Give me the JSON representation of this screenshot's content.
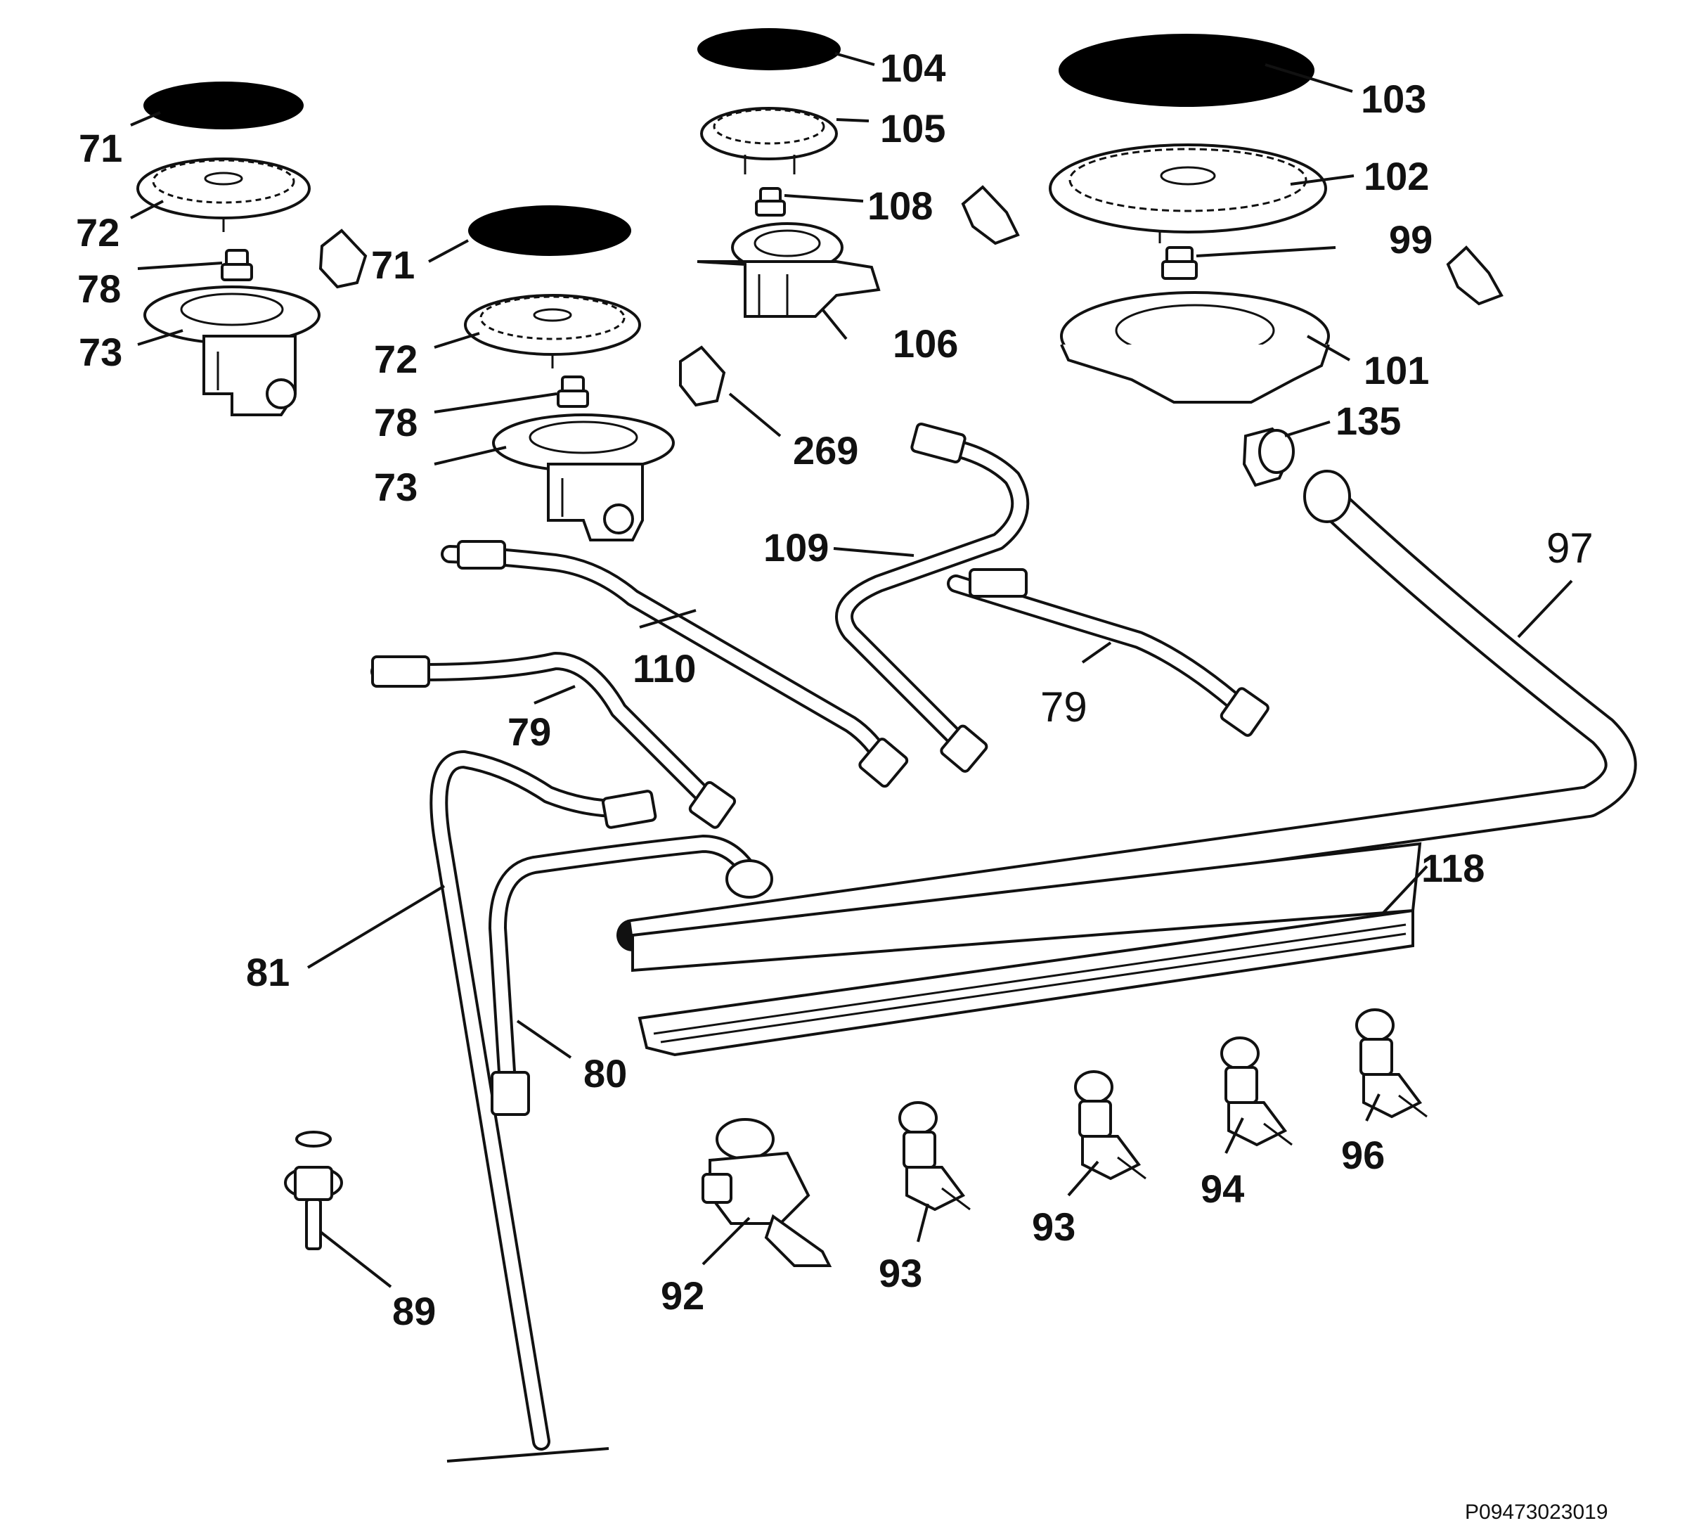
{
  "labels": {
    "l71a": "71",
    "l72a": "72",
    "l78a": "78",
    "l73a": "73",
    "l71b": "71",
    "l72b": "72",
    "l78b": "78",
    "l73b": "73",
    "l104": "104",
    "l105": "105",
    "l108": "108",
    "l106": "106",
    "l269": "269",
    "l103": "103",
    "l102": "102",
    "l99": "99",
    "l101": "101",
    "l135": "135",
    "l109": "109",
    "l110": "110",
    "l79a": "79",
    "l79b": "79",
    "l97": "97",
    "l81": "81",
    "l80": "80",
    "l118": "118",
    "l89": "89",
    "l92": "92",
    "l93a": "93",
    "l93b": "93",
    "l94": "94",
    "l96": "96"
  },
  "document_id": "P09473023019"
}
